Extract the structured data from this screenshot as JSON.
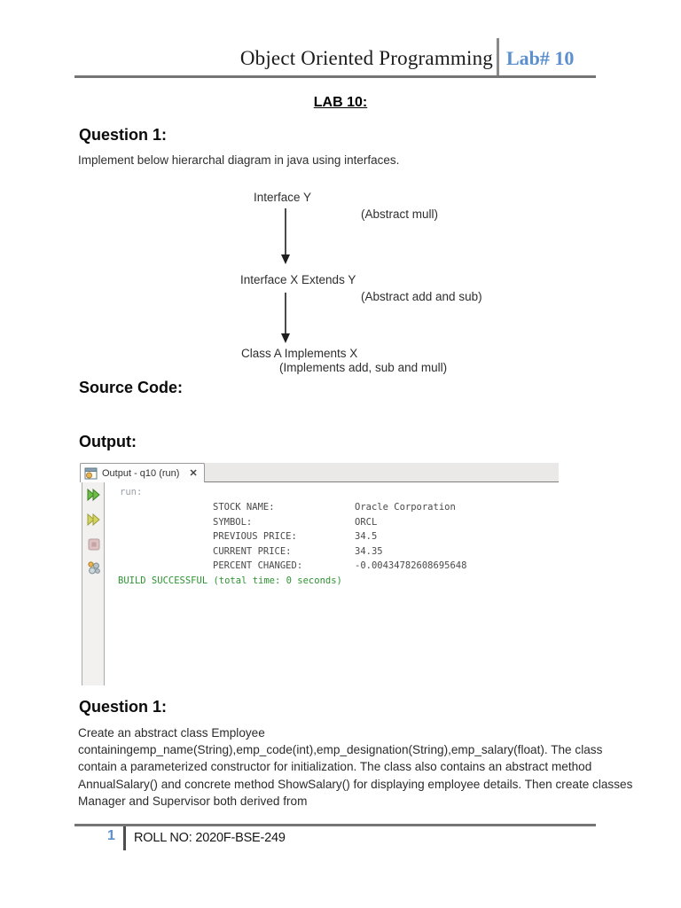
{
  "header": {
    "course_title": "Object Oriented Programming",
    "lab_number": "Lab# 10"
  },
  "lab_heading": "LAB 10:",
  "section1": {
    "heading": "Question 1:",
    "intro": "Implement below hierarchal diagram in java using interfaces.",
    "diagram": {
      "node1": "Interface Y",
      "node1_note": "(Abstract mull)",
      "node2": "Interface X Extends Y",
      "node2_note": "(Abstract add and sub)",
      "node3": "Class A Implements X",
      "node3_note": "(Implements add, sub and mull)"
    },
    "source_code_heading": "Source Code:",
    "output_heading": "Output:"
  },
  "console": {
    "tab_label": "Output - q10 (run)",
    "close_glyph": "✕",
    "toolbar_icons": [
      "rerun-icon",
      "rerun-alt-icon",
      "stop-icon",
      "settings-icon"
    ],
    "run_label": "run:",
    "rows": [
      {
        "label": "STOCK NAME:",
        "value": "Oracle Corporation"
      },
      {
        "label": "SYMBOL:",
        "value": "ORCL"
      },
      {
        "label": "PREVIOUS PRICE:",
        "value": "34.5"
      },
      {
        "label": "CURRENT PRICE:",
        "value": "34.35"
      },
      {
        "label": "PERCENT CHANGED:",
        "value": "-0.00434782608695648"
      }
    ],
    "build_message": "BUILD SUCCESSFUL (total time: 0 seconds)"
  },
  "section2": {
    "heading": "Question 1:",
    "paragraph": "Create an abstract class Employee containingemp_name(String),emp_code(int),emp_designation(String),emp_salary(float). The class contain a parameterized constructor for initialization. The class also contains an abstract method AnnualSalary() and concrete method ShowSalary() for displaying employee details. Then create classes Manager and Supervisor both derived from"
  },
  "footer": {
    "page_number": "1",
    "roll_no": "ROLL NO: 2020F-BSE-249"
  },
  "colors": {
    "accent_blue": "#5b8fd0",
    "build_green": "#2f9333",
    "rule_gray": "#757575",
    "console_tabbar": "#eae9e7"
  }
}
